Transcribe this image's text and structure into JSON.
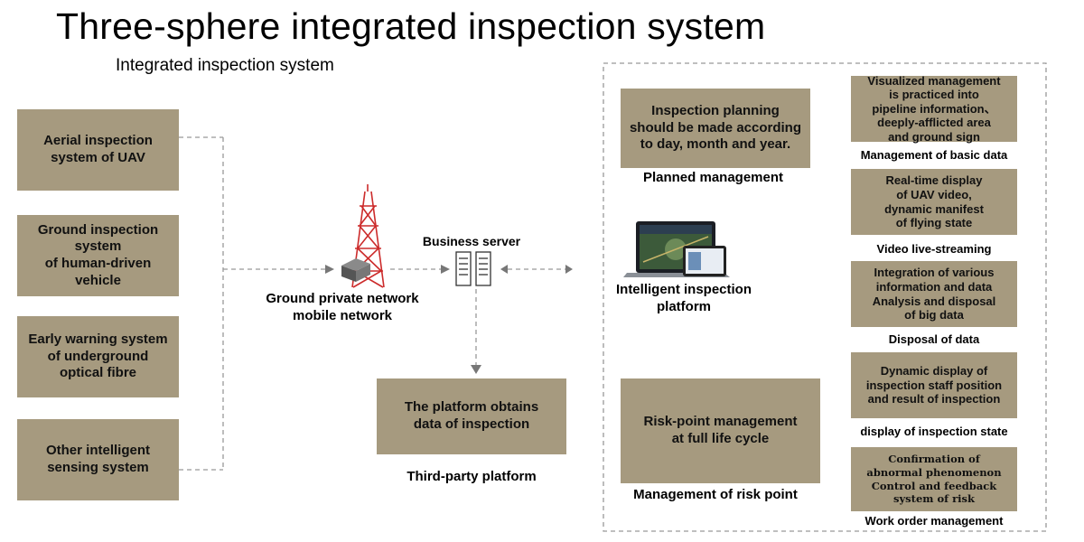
{
  "title": "Three-sphere integrated inspection system",
  "subtitle": "Integrated inspection system",
  "left_systems": [
    "Aerial inspection\nsystem of UAV",
    "Ground inspection\nsystem\nof human-driven\nvehicle",
    "Early warning system\nof underground\noptical fibre",
    "Other intelligent\nsensing system"
  ],
  "network_label": "Ground private network\nmobile network",
  "server_label": "Business server",
  "third_party": {
    "box": "The platform obtains\ndata of inspection",
    "label": "Third-party platform"
  },
  "platform_label": "Intelligent inspection\nplatform",
  "planned": {
    "box": "Inspection planning\nshould be made according\nto day, month and year.",
    "label": "Planned management"
  },
  "risk": {
    "box": "Risk-point management\nat full life cycle",
    "label": "Management of risk point"
  },
  "modules": [
    {
      "box": "Visualized management\nis practiced into\npipeline information、\ndeeply-afflicted area\nand ground sign",
      "label": "Management of basic data"
    },
    {
      "box": "Real-time display\nof UAV video,\ndynamic manifest\nof flying state",
      "label": "Video live-streaming"
    },
    {
      "box": "Integration of various\ninformation and data\nAnalysis and disposal\nof big data",
      "label": "Disposal of data"
    },
    {
      "box": "Dynamic display of\ninspection staff position\nand result of inspection",
      "label": "display of inspection state"
    },
    {
      "box": "Confirmation of\nabnormal phenomenon\nControl and feedback\nsystem of risk",
      "label": "Work order management"
    }
  ],
  "colors": {
    "box_fill": "#a69a7f",
    "connector": "#999999"
  }
}
